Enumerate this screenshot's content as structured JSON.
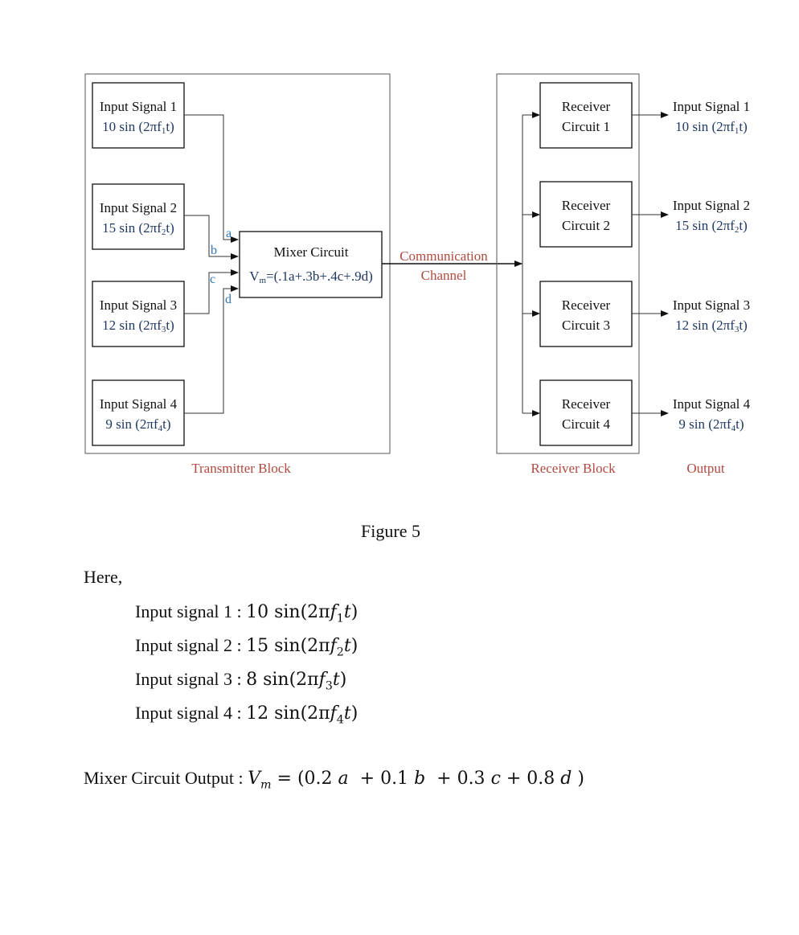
{
  "diagram": {
    "inputs": [
      {
        "name": "Input Signal 1",
        "expr_pre": "10 sin (2πf",
        "sub": "1",
        "expr_post": "t)"
      },
      {
        "name": "Input Signal 2",
        "expr_pre": "15 sin (2πf",
        "sub": "2",
        "expr_post": "t)"
      },
      {
        "name": "Input Signal 3",
        "expr_pre": "12 sin (2πf",
        "sub": "3",
        "expr_post": "t)"
      },
      {
        "name": "Input Signal 4",
        "expr_pre": "9 sin (2πf",
        "sub": "4",
        "expr_post": "t)"
      }
    ],
    "port_labels": [
      "a",
      "b",
      "c",
      "d"
    ],
    "mixer": {
      "title": "Mixer Circuit",
      "v": "V",
      "v_sub": "m",
      "formula": "=(.1a+.3b+.4c+.9d)"
    },
    "channel": {
      "line1": "Communication",
      "line2": "Channel"
    },
    "receivers": [
      {
        "line1": "Receiver",
        "line2": "Circuit 1"
      },
      {
        "line1": "Receiver",
        "line2": "Circuit 2"
      },
      {
        "line1": "Receiver",
        "line2": "Circuit 3"
      },
      {
        "line1": "Receiver",
        "line2": "Circuit 4"
      }
    ],
    "outputs": [
      {
        "name": "Input Signal 1",
        "expr_pre": "10 sin (2πf",
        "sub": "1",
        "expr_post": "t)"
      },
      {
        "name": "Input Signal 2",
        "expr_pre": "15 sin (2πf",
        "sub": "2",
        "expr_post": "t)"
      },
      {
        "name": "Input Signal 3",
        "expr_pre": "12 sin (2πf",
        "sub": "3",
        "expr_post": "t)"
      },
      {
        "name": "Input Signal 4",
        "expr_pre": "9 sin (2πf",
        "sub": "4",
        "expr_post": "t)"
      }
    ],
    "block_labels": {
      "transmitter": "Transmitter Block",
      "receiver": "Receiver Block",
      "output": "Output"
    }
  },
  "caption": "Figure 5",
  "here": "Here,",
  "signals": [
    {
      "label": "Input signal 1 : ",
      "amp": "10 sin(2π",
      "f": "f",
      "sub": "1",
      "t": "t",
      "close": ")"
    },
    {
      "label": "Input signal 2 : ",
      "amp": "15 sin(2π",
      "f": "f",
      "sub": "2",
      "t": "t",
      "close": ")"
    },
    {
      "label": "Input signal 3 : ",
      "amp": "8 sin(2π",
      "f": "f",
      "sub": "3",
      "t": "t",
      "close": ")"
    },
    {
      "label": "Input signal 4 : ",
      "amp": "12 sin(2π",
      "f": "f",
      "sub": "4",
      "t": "t",
      "close": ")"
    }
  ],
  "mixer_output": {
    "label": "Mixer Circuit Output : ",
    "v": "V",
    "v_sub": "m",
    "eq": " = (0.2 ",
    "a": "a",
    "p1": "  + 0.1 ",
    "b": "b",
    "p2": "  + 0.3 ",
    "c": "c",
    "p3": " + 0.8 ",
    "d": "d",
    "close": " )"
  }
}
